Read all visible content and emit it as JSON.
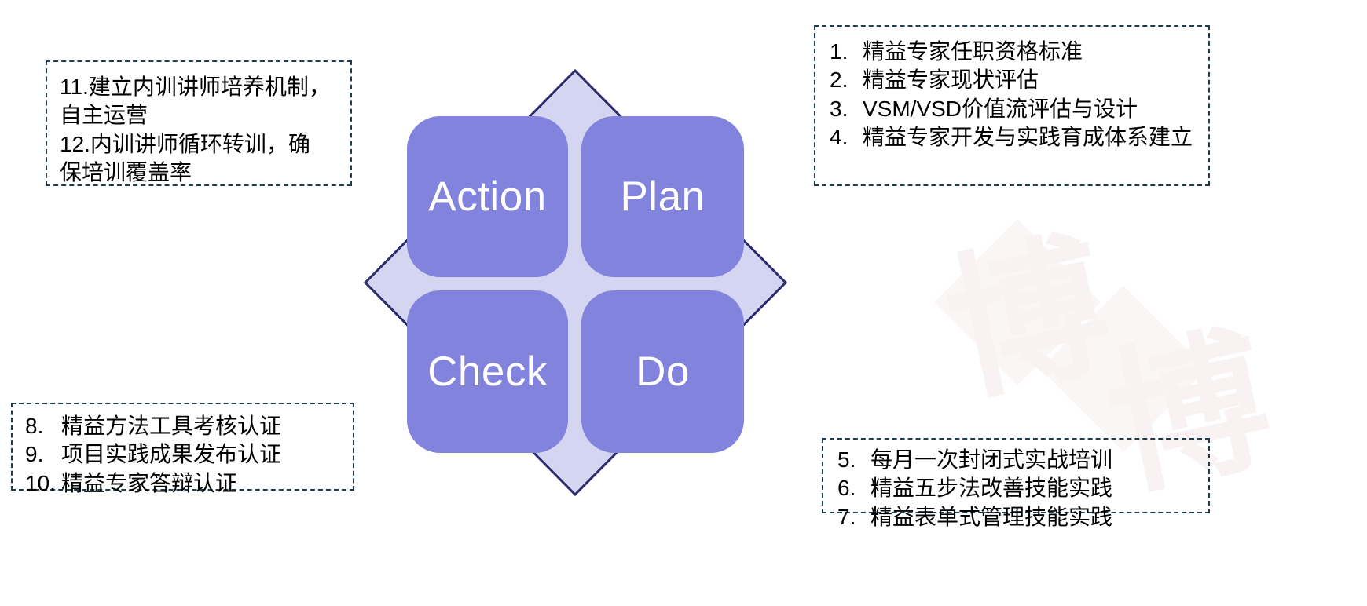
{
  "colors": {
    "square_fill": "#8183DC",
    "diamond_fill": "#D4D5F0",
    "diamond_stroke": "#2A2A6E",
    "note_border": "#1d3d4d",
    "square_text": "#FFFFFF",
    "note_text": "#000000",
    "background": "#FFFFFF"
  },
  "cycle": {
    "quadrants": [
      {
        "key": "action",
        "label": "Action"
      },
      {
        "key": "plan",
        "label": "Plan"
      },
      {
        "key": "check",
        "label": "Check"
      },
      {
        "key": "do",
        "label": "Do"
      }
    ]
  },
  "notes": {
    "top_left": {
      "lines": [
        "11.建立内训讲师培养机制，",
        "自主运营",
        "12.内训讲师循环转训，确",
        "保培训覆盖率"
      ]
    },
    "top_right": {
      "items": [
        {
          "num": "1.",
          "text": "精益专家任职资格标准"
        },
        {
          "num": "2.",
          "text": "精益专家现状评估"
        },
        {
          "num": "3.",
          "text": "VSM/VSD价值流评估与设计"
        },
        {
          "num": "4.",
          "text": "精益专家开发与实践育成体系建立"
        }
      ]
    },
    "bottom_left": {
      "items": [
        {
          "num": "8.",
          "text": "精益方法工具考核认证"
        },
        {
          "num": "9.",
          "text": "项目实践成果发布认证"
        },
        {
          "num": "10.",
          "text": "精益专家答辩认证"
        }
      ]
    },
    "bottom_right": {
      "items": [
        {
          "num": "5.",
          "text": "每月一次封闭式实战培训"
        },
        {
          "num": "6.",
          "text": "精益五步法改善技能实践"
        },
        {
          "num": "7.",
          "text": "精益表单式管理技能实践"
        }
      ]
    }
  },
  "watermark": {
    "text": "博"
  }
}
